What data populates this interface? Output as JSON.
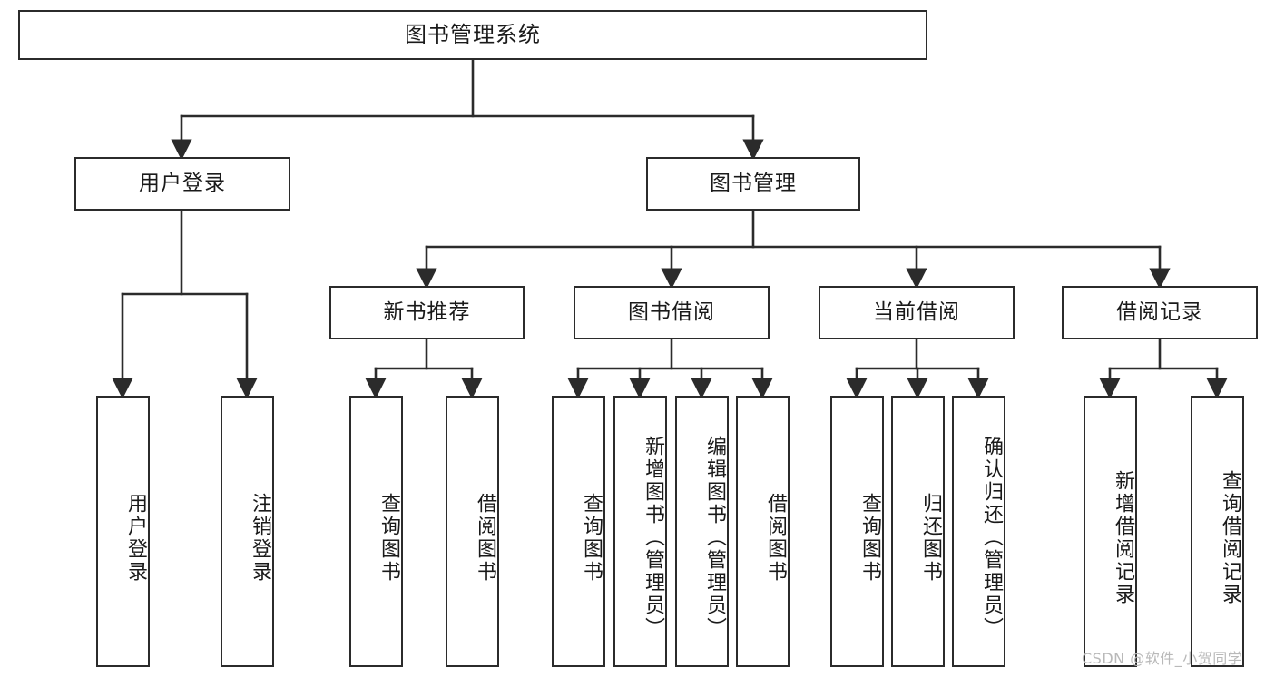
{
  "diagram": {
    "type": "tree",
    "title": "图书管理系统",
    "orientation": "top-down",
    "colors": {
      "box_border": "#2b2b2b",
      "box_fill": "#ffffff",
      "link": "#2b2b2b",
      "text": "#1a1a1a",
      "watermark": "#b9b9b9",
      "background": "#ffffff"
    },
    "root": {
      "label": "图书管理系统"
    },
    "level1": [
      {
        "label": "用户登录"
      },
      {
        "label": "图书管理"
      }
    ],
    "level2": [
      {
        "label": "新书推荐"
      },
      {
        "label": "图书借阅"
      },
      {
        "label": "当前借阅"
      },
      {
        "label": "借阅记录"
      }
    ],
    "leaves": {
      "user_login": [
        {
          "label": "用户登录"
        },
        {
          "label": "注销登录"
        }
      ],
      "new_book": [
        {
          "label": "查询图书"
        },
        {
          "label": "借阅图书"
        }
      ],
      "borrow_book": [
        {
          "label": "查询图书"
        },
        {
          "label": "新增图书（管理员）"
        },
        {
          "label": "编辑图书（管理员）"
        },
        {
          "label": "借阅图书"
        }
      ],
      "current_borrow": [
        {
          "label": "查询图书"
        },
        {
          "label": "归还图书"
        },
        {
          "label": "确认归还（管理员）"
        }
      ],
      "borrow_record": [
        {
          "label": "新增借阅记录"
        },
        {
          "label": "查询借阅记录"
        }
      ]
    }
  },
  "watermark": {
    "text": "CSDN @软件_小贺同学"
  }
}
